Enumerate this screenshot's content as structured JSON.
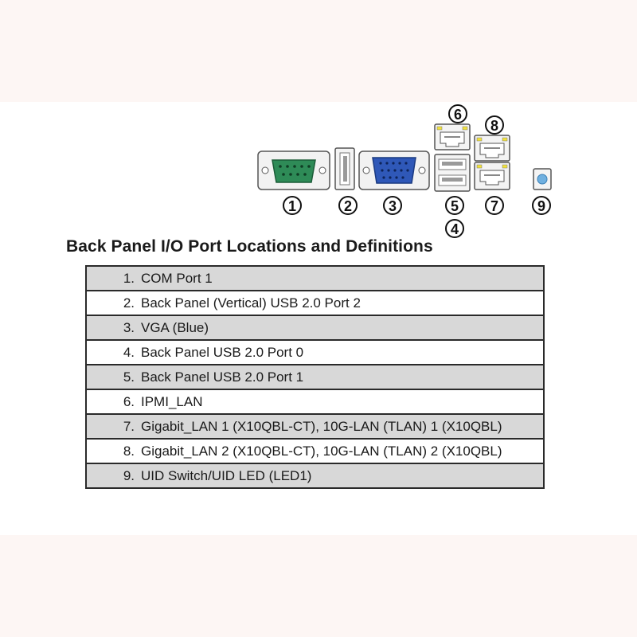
{
  "title": "Back Panel I/O Port Locations and Definitions",
  "callouts": [
    "1",
    "2",
    "3",
    "4",
    "5",
    "6",
    "7",
    "8",
    "9"
  ],
  "ports": [
    {
      "num": "1.",
      "label": "COM Port 1"
    },
    {
      "num": "2.",
      "label": "Back Panel (Vertical) USB 2.0 Port 2"
    },
    {
      "num": "3.",
      "label": "VGA (Blue)"
    },
    {
      "num": "4.",
      "label": "Back Panel USB 2.0 Port 0"
    },
    {
      "num": "5.",
      "label": "Back Panel USB 2.0 Port 1"
    },
    {
      "num": "6.",
      "label": "IPMI_LAN"
    },
    {
      "num": "7.",
      "label": "Gigabit_LAN 1 (X10QBL-CT), 10G-LAN (TLAN) 1 (X10QBL)"
    },
    {
      "num": "8.",
      "label": "Gigabit_LAN 2 (X10QBL-CT), 10G-LAN (TLAN) 2 (X10QBL)"
    },
    {
      "num": "9.",
      "label": "UID Switch/UID LED (LED1)"
    }
  ],
  "colors": {
    "com_port": "#2e8b57",
    "vga_port": "#2f58b8",
    "row_shaded": "#d8d8d8",
    "led": "#f2e23a",
    "uid_button": "#6fb0e0"
  }
}
